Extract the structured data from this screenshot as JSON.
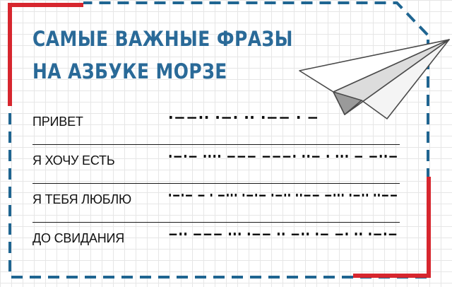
{
  "title": {
    "line1": "САМЫЕ ВАЖНЫЕ ФРАЗЫ",
    "line2": "НА АЗБУКЕ МОРЗЕ"
  },
  "phrases": [
    {
      "text": "ПРИВЕТ",
      "morse": "·−−·· ·−· ·· ·−− · −"
    },
    {
      "text": "Я ХОЧУ ЕСТЬ",
      "morse": "·−·− ···· −−− −−−· ··− · ··· − −··−"
    },
    {
      "text": "Я ТЕБЯ ЛЮБЛЮ",
      "morse": "·−·− − · −··· ·−·− ·−·· ··−− −··· ·−·· ··−−"
    },
    {
      "text": "ДО СВИДАНИЯ",
      "morse": "−·· −−− ··· ·−− ·· −·· ·− −· ·· ·−·−"
    }
  ],
  "colors": {
    "title": "#2a6a98",
    "dashed_border": "#1f6591",
    "red_accent": "#d7262e",
    "text": "#111111"
  },
  "icons": [
    "paper-plane-icon"
  ]
}
